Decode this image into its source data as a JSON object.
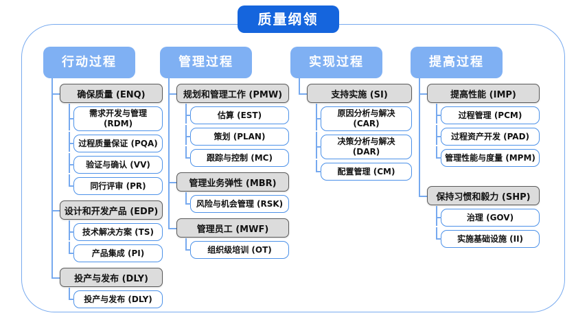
{
  "title": "质量纲领",
  "colors": {
    "title_bg": "#1565dd",
    "header_bg": "#7fb0f3",
    "connector_line": "#76a9ef",
    "group_fill": "#dcdcdc",
    "group_border": "#595959",
    "leaf_border": "#4a90e8"
  },
  "columns": [
    {
      "header": "行动过程",
      "groups": [
        {
          "label": "确保质量 (ENQ)",
          "children": [
            "需求开发与管理 (RDM)",
            "过程质量保证 (PQA)",
            "验证与确认 (VV)",
            "同行评审 (PR)"
          ]
        },
        {
          "label": "设计和开发产品 (EDP)",
          "children": [
            "技术解决方案 (TS)",
            "产品集成 (PI)"
          ]
        },
        {
          "label": "投产与发布 (DLY)",
          "children": [
            "投产与发布 (DLY)"
          ]
        }
      ]
    },
    {
      "header": "管理过程",
      "groups": [
        {
          "label": "规划和管理工作 (PMW)",
          "children": [
            "估算 (EST)",
            "策划 (PLAN)",
            "跟踪与控制 (MC)"
          ]
        },
        {
          "label": "管理业务弹性 (MBR)",
          "children": [
            "风险与机会管理 (RSK)"
          ]
        },
        {
          "label": "管理员工 (MWF)",
          "children": [
            "组织级培训 (OT)"
          ]
        }
      ]
    },
    {
      "header": "实现过程",
      "groups": [
        {
          "label": "支持实施 (SI)",
          "children": [
            "原因分析与解决 (CAR)",
            "决策分析与解决 (DAR)",
            "配置管理 (CM)"
          ]
        }
      ]
    },
    {
      "header": "提高过程",
      "groups": [
        {
          "label": "提高性能 (IMP)",
          "children": [
            "过程管理 (PCM)",
            "过程资产开发 (PAD)",
            "管理性能与度量 (MPM)"
          ]
        },
        {
          "label": "保持习惯和毅力 (SHP)",
          "children": [
            "治理 (GOV)",
            "实施基础设施 (II)"
          ]
        }
      ]
    }
  ]
}
